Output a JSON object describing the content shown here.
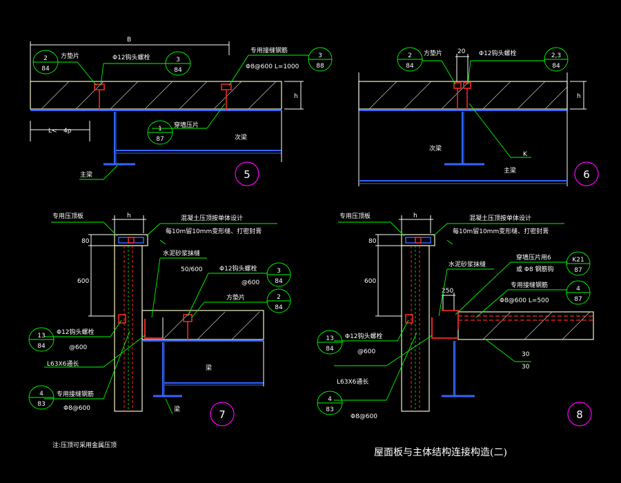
{
  "drawing": {
    "title": "屋面板与主体结构连接构造(二)",
    "note": "注:压顶可采用金属压顶",
    "colors": {
      "background": "#000000",
      "outline": "#ffffff",
      "leader": "#00ff00",
      "slab": "#f5f5c8",
      "beam": "#3366ff",
      "bolt": "#ff2a2a",
      "hatch": "#cccccc",
      "cyan": "#00ffff",
      "detail_circle": "#ff00ff"
    },
    "details": [
      {
        "number": "5",
        "dims": {
          "top": "B",
          "left": "L<",
          "left2": "4p",
          "right": "h"
        },
        "labels": {
          "gasket": "方垫片",
          "bolt": "Φ12钩头螺栓",
          "special_plate": "专用接缝钢筋",
          "rebar": "Φ8@600  L=1000",
          "wear_plate": "穿墙压片",
          "secondary_beam": "次梁",
          "main_beam": "主梁"
        },
        "refs": [
          {
            "top": "2",
            "bottom": "84"
          },
          {
            "top": "3",
            "bottom": "84"
          },
          {
            "top": "3",
            "bottom": "88"
          },
          {
            "top": "1",
            "bottom": "87"
          }
        ]
      },
      {
        "number": "6",
        "dims": {
          "top": "20",
          "right": "h"
        },
        "labels": {
          "gasket": "方垫片",
          "bolt": "Φ12钩头螺栓",
          "secondary_beam": "次梁",
          "main_beam": "主梁",
          "k": "K"
        },
        "refs": [
          {
            "top": "2",
            "bottom": "84"
          },
          {
            "top": "2,3",
            "bottom": "84"
          }
        ]
      },
      {
        "number": "7",
        "dims": {
          "top": "h",
          "d1": "80",
          "d2": "600"
        },
        "labels": {
          "cap": "专用压顶板",
          "parapet_note": "混凝土压顶按单体设计",
          "sealant": "每10m留10mm变形缝、打密封膏",
          "mortar": "水泥砂浆抹缝",
          "slope": "50/600",
          "bolt": "Φ12钩头螺栓",
          "bolt_spacing": "@600",
          "gasket": "方垫片",
          "bolt_left": "Φ12钩头螺栓",
          "bolt_left_spacing": "@600",
          "angle": "L63X6通长",
          "special_rebar": "专用接缝钢筋",
          "rebar_spacing": "Φ8@600",
          "beam": "梁",
          "beam2": "梁"
        },
        "refs": [
          {
            "top": "3",
            "bottom": "84"
          },
          {
            "top": "2",
            "bottom": "84"
          },
          {
            "top": "13",
            "bottom": "84"
          },
          {
            "top": "4",
            "bottom": "83"
          }
        ]
      },
      {
        "number": "8",
        "dims": {
          "top": "h",
          "d1": "80",
          "d2": "600",
          "d3": "250"
        },
        "labels": {
          "cap": "专用压顶板",
          "parapet_note": "混凝土压顶按单体设计",
          "sealant": "每10m留10mm变形缝、打密封膏",
          "mortar": "水泥砂浆抹缝",
          "wear_plate": "穿墙压片用6",
          "rebar_alt": "或  Φ8 钢筋钩",
          "special_rebar": "专用接缝钢筋",
          "rebar_len": "Φ8@600  L=500",
          "bolt_left": "Φ12钩头螺栓",
          "bolt_left_spacing": "@600",
          "angle": "L63X6通长",
          "rebar_spacing": "Φ8@600",
          "slope1": "30",
          "slope2": "30"
        },
        "refs": [
          {
            "top": "K21",
            "bottom": "87"
          },
          {
            "top": "4",
            "bottom": "87"
          },
          {
            "top": "13",
            "bottom": "84"
          },
          {
            "top": "4",
            "bottom": "83"
          }
        ]
      }
    ]
  }
}
